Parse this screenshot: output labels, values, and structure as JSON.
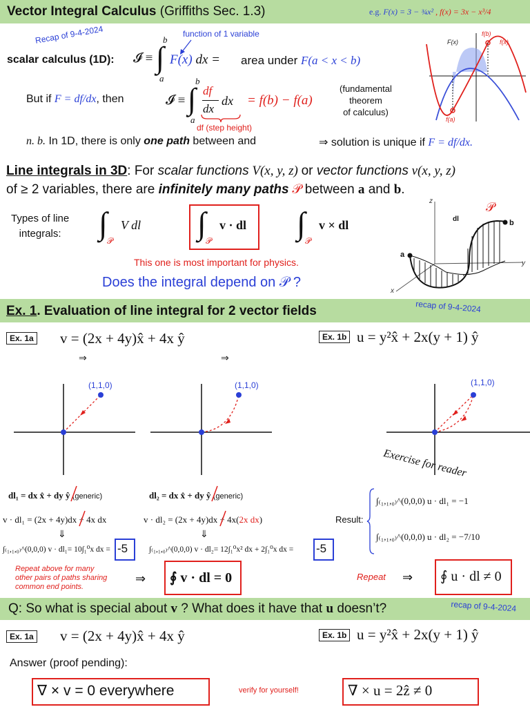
{
  "header": {
    "title_bold": "Vector Integral Calculus",
    "title_rest": " (Griffiths Sec. 1.3)",
    "example_eg": "e.g. ",
    "example_f": "F(x) = 3 − ¾x²",
    "example_sep": " , ",
    "example_fsmall": "f(x) = 3x − x³/4"
  },
  "recap": {
    "top": "Recap of 9-4-2024",
    "function_note": "function of 1 variable",
    "scalar_label": "scalar calculus (1D):",
    "eq1_lhs": "𝓘 ≡",
    "eq1_int_b": "b",
    "eq1_int_a": "a",
    "eq1_integrand": "F(x)",
    "eq1_dx": " dx =",
    "eq1_rhs_text": "area under ",
    "eq1_rhs_math": "F(a < x < b)",
    "but_if": "But if ",
    "but_if_eq": "F = df/dx",
    "then": ", then",
    "eq2_lhs": "𝓘 ≡",
    "eq2_frac_num": "df",
    "eq2_frac_den": "dx",
    "eq2_dx": "dx",
    "eq2_rhs": "= f(b) − f(a)",
    "step_height": "df (step height)",
    "ftc_1": "(fundamental",
    "ftc_2": "theorem",
    "ftc_3": "of calculus)",
    "nb_prefix": "n. b.",
    "nb_text1": " In 1D, there is only ",
    "nb_bold": "one path",
    "nb_text2": " between     and",
    "nb_result": "⇒  solution is unique if ",
    "nb_result_eq": "F = df/dx."
  },
  "plot_labels": {
    "fb": "f(b)",
    "Fx": "F(x)",
    "fx": "f(x)",
    "fa": "f(a)"
  },
  "line_integrals": {
    "heading": "Line integrals in 3D",
    "text1": ": For ",
    "scalar": "scalar functions",
    "scalar_eq": " V(x, y, z) ",
    "or": "or ",
    "vector": "vector functions",
    "vector_eq": " v(x, y, z)",
    "line2_a": "of ≥ 2 variables, there are ",
    "line2_bold": "infinitely many paths",
    "line2_P": " 𝒫 ",
    "line2_b": "between ",
    "line2_ab": "a",
    "line2_and": " and ",
    "line2_bb": "b",
    "line2_dot": ".",
    "types_1": "Types of line",
    "types_2": "integrals:",
    "int1": "V dl",
    "int2": "v · dl",
    "int3": "v × dl",
    "sub_P": "𝒫",
    "important": "This one is most important for physics.",
    "question": "Does the integral depend on 𝒫 ?"
  },
  "diagram3d_labels": {
    "z": "z",
    "y": "y",
    "x": "x",
    "a": "a",
    "b": "b",
    "dl": "dl",
    "P": "𝒫"
  },
  "ex1": {
    "heading_ex": "Ex. 1",
    "heading_rest": ".  Evaluation of line integral for 2 vector fields",
    "recap": "recap of 9-4-2024",
    "tag_a": "Ex. 1a",
    "tag_b": "Ex. 1b",
    "v_eq": "v = (2x + 4y)x̂ + 4x ŷ",
    "u_eq": "u = y²x̂ + 2x(y + 1) ŷ",
    "arrow1": "⇒",
    "arrow2": "⇒",
    "point": "(1,1,0)",
    "exercise": "Exercise for reader",
    "dl1": "dl₁ = dx x̂ + dy ŷ",
    "dl2": "dl₂ = dx x̂ + dy ŷ",
    "generic": "(generic)",
    "vdl1": "v · dl₁ = (2x + 4y)dx + 4x dx",
    "vdl2_a": "v · dl₂ = (2x + 4y)dx + 4x(",
    "vdl2_red": "2x dx",
    "vdl2_b": ")",
    "darrow": "⇓",
    "int1_lhs": "∫₍₁,₁,₀₎^(0,0,0) v · dl₁= 10∫₁⁰x dx =",
    "int1_val": "-5",
    "int2_lhs": "∫₍₁,₁,₀₎^(0,0,0) v · dl₂= 12∫₁⁰x² dx + 2∫₁⁰x dx =",
    "int2_val": "-5",
    "result_label": "Result:",
    "res1": "∫₍₁,₁,₀₎^(0,0,0) u · dl₁ = −1",
    "res2": "∫₍₁,₁,₀₎^(0,0,0) u · dl₂ = −7/10",
    "repeat_note_1": "Repeat above for many",
    "repeat_note_2": "other pairs of paths sharing",
    "repeat_note_3": "common end points.",
    "implies": "⇒",
    "closed_v": "∮ v · dl = 0",
    "repeat": "Repeat",
    "closed_u": "∮ u · dl ≠ 0"
  },
  "question": {
    "text_a": "Q:  So what is special about ",
    "text_v": "v",
    "text_b": " ?  What does it have that ",
    "text_u": "u",
    "text_c": " doesn’t?",
    "recap": "recap of 9-4-2024",
    "tag_a": "Ex. 1a",
    "tag_b": "Ex. 1b",
    "v_eq": "v = (2x + 4y)x̂ + 4x ŷ",
    "u_eq": "u = y²x̂ + 2x(y + 1) ŷ",
    "answer": "Answer (proof pending):",
    "curl_v": "∇ × v = 0 everywhere",
    "verify": "verify for yourself!",
    "curl_u": "∇ × u = 2ẑ ≠ 0"
  },
  "colors": {
    "band": "#b7dca0",
    "red": "#e0201c",
    "blue": "#2a3fd6"
  }
}
